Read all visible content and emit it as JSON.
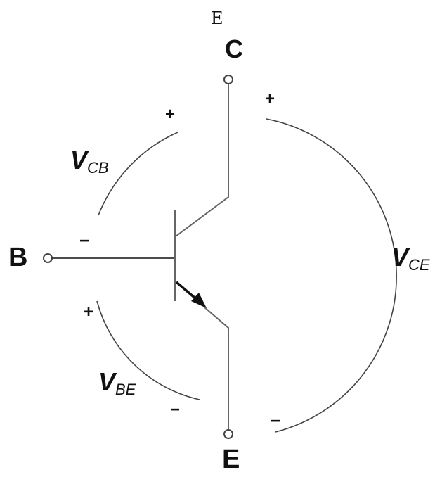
{
  "title": "E",
  "terminals": {
    "collector": "C",
    "base": "B",
    "emitter": "E"
  },
  "voltages": {
    "vcb": {
      "main": "V",
      "sub": "CB",
      "plus": "+",
      "minus": "−"
    },
    "vbe": {
      "main": "V",
      "sub": "BE",
      "plus": "+",
      "minus": "−"
    },
    "vce": {
      "main": "V",
      "sub": "CE",
      "plus": "+",
      "minus": "−"
    }
  },
  "colors": {
    "line": "#555555",
    "text": "#111111"
  }
}
